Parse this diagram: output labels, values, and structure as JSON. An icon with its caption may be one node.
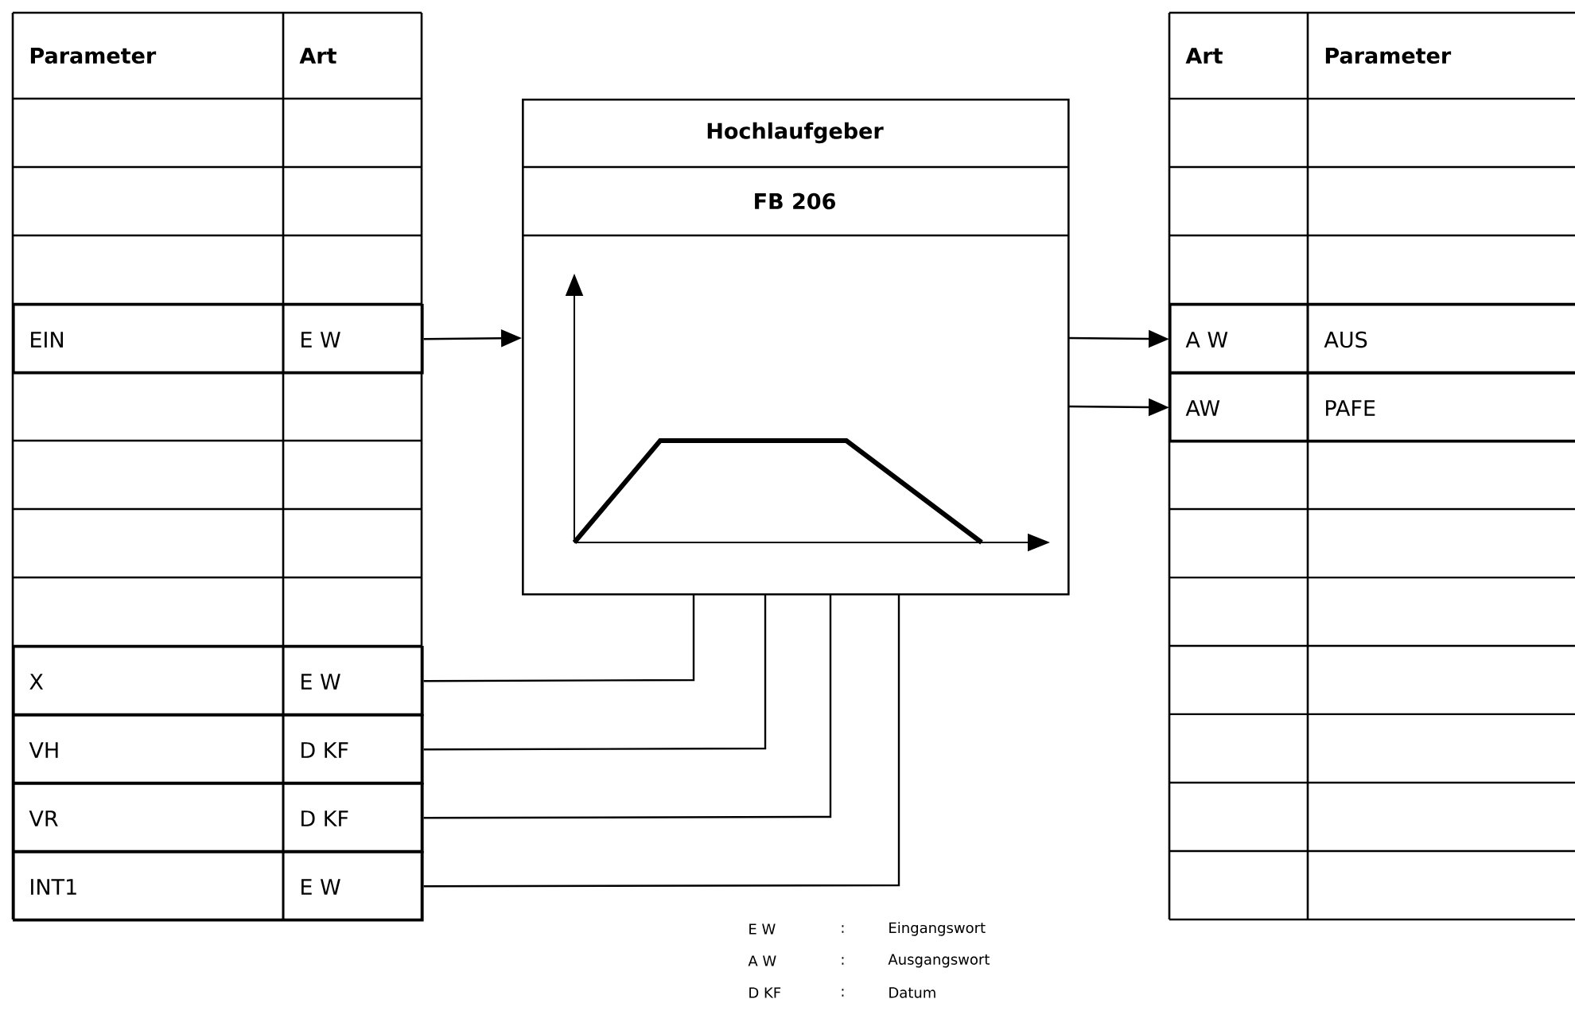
{
  "diagram": {
    "nodes": [
      {
        "text": [
          "Hochlaufgeber",
          "FB 206"
        ]
      },
      {
        "text": [
          "EIN",
          "E W"
        ]
      },
      {
        "text": [
          "X",
          "E W"
        ]
      },
      {
        "text": [
          "VH",
          "D KF"
        ]
      },
      {
        "text": [
          "VR",
          "D KF"
        ]
      },
      {
        "text": [
          "INT1",
          "E W"
        ]
      },
      {
        "text": [
          "A W",
          "AUS"
        ]
      },
      {
        "text": [
          "AW",
          "PAFE"
        ]
      }
    ],
    "edges": [
      {
        "from": 1,
        "to": 0,
        "arrow": "to"
      },
      {
        "from": 0,
        "to": 6,
        "arrow": "to"
      },
      {
        "from": 0,
        "to": 7,
        "arrow": "to"
      },
      {
        "from": 2,
        "to": 0,
        "arrow": "none"
      },
      {
        "from": 3,
        "to": 0,
        "arrow": "none"
      },
      {
        "from": 4,
        "to": 0,
        "arrow": "none"
      },
      {
        "from": 5,
        "to": 0,
        "arrow": "none"
      }
    ],
    "labels": [
      "Parameter",
      "Art",
      "Art",
      "Parameter",
      "E W",
      ":",
      "Eingangswort",
      "A W",
      ":",
      "Ausgangswort",
      "D KF",
      ":",
      "Datum"
    ]
  }
}
